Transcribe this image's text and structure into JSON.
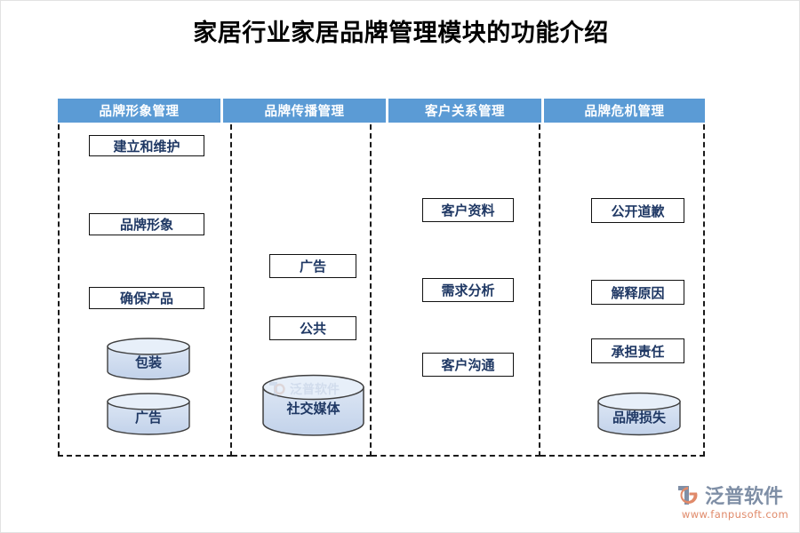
{
  "page": {
    "title": "家居行业家居品牌管理模块的功能介绍",
    "background": "#ffffff",
    "accent_color": "#5B9BD5",
    "node_text_color": "#1F3864",
    "cylinder_fill": "#CBD9EE"
  },
  "diagram": {
    "type": "four-column-grouping",
    "columns": [
      {
        "header": "品牌形象管理",
        "boxes": [
          "建立和维护",
          "品牌形象",
          "确保产品"
        ],
        "cylinders": [
          "包装",
          "广告"
        ]
      },
      {
        "header": "品牌传播管理",
        "boxes": [
          "广告",
          "公共"
        ],
        "cylinders": [
          "社交媒体"
        ]
      },
      {
        "header": "客户关系管理",
        "boxes": [
          "客户资料",
          "需求分析",
          "客户沟通"
        ],
        "cylinders": []
      },
      {
        "header": "品牌危机管理",
        "boxes": [
          "公开道歉",
          "解释原因",
          "承担责任"
        ],
        "cylinders": [
          "品牌损失"
        ]
      }
    ]
  },
  "watermark": {
    "text": "泛普软件"
  },
  "logo": {
    "name": "泛普软件",
    "url": "www.fanpusoft.com"
  }
}
